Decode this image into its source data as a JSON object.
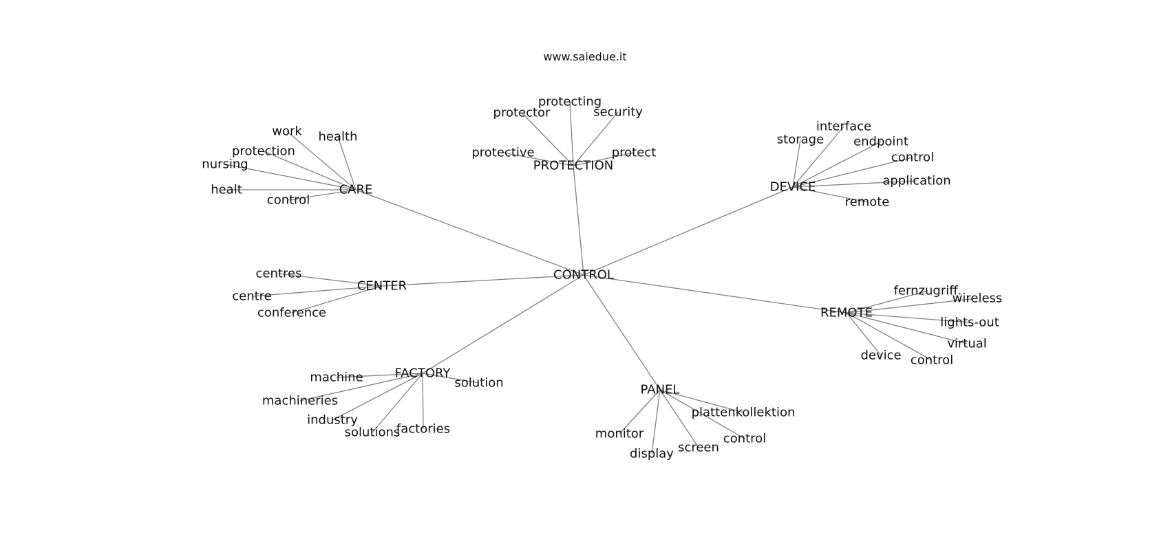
{
  "source_text": "www.saiedue.it",
  "graph": {
    "root": "CONTROL",
    "hubs": [
      {
        "key": "protection",
        "label": "PROTECTION",
        "leaves": [
          "protecting",
          "protector",
          "security",
          "protective",
          "protect"
        ]
      },
      {
        "key": "care",
        "label": "CARE",
        "leaves": [
          "work",
          "health",
          "protection",
          "nursing",
          "healt",
          "control"
        ]
      },
      {
        "key": "device",
        "label": "DEVICE",
        "leaves": [
          "interface",
          "storage",
          "endpoint",
          "control",
          "application",
          "remote"
        ]
      },
      {
        "key": "center",
        "label": "CENTER",
        "leaves": [
          "centres",
          "centre",
          "conference"
        ]
      },
      {
        "key": "remote",
        "label": "REMOTE",
        "leaves": [
          "fernzugriff.",
          "wireless",
          "lights-out",
          "virtual",
          "device",
          "control"
        ]
      },
      {
        "key": "factory",
        "label": "FACTORY",
        "leaves": [
          "machine",
          "solution",
          "machineries",
          "industry",
          "solutions",
          "factories"
        ]
      },
      {
        "key": "panel",
        "label": "PANEL",
        "leaves": [
          "plattenkollektion",
          "monitor",
          "control",
          "screen",
          "display"
        ]
      }
    ]
  }
}
